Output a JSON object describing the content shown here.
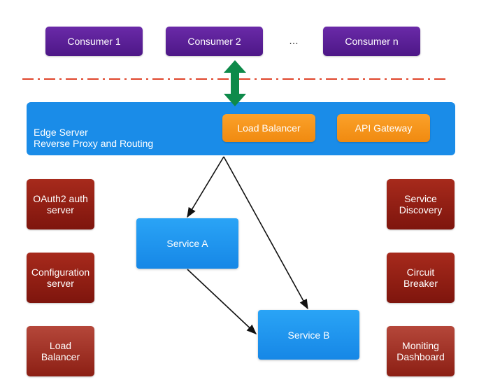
{
  "consumers": [
    {
      "label": "Consumer 1"
    },
    {
      "label": "Consumer 2"
    },
    {
      "label": "Consumer n"
    }
  ],
  "ellipsis": "…",
  "edge": {
    "line1": "Edge Server",
    "line2": "Reverse Proxy and Routing",
    "load_balancer": "Load Balancer",
    "api_gateway": "API Gateway"
  },
  "left_boxes": [
    {
      "line1": "OAuth2 auth",
      "line2": "server"
    },
    {
      "line1": "Configuration",
      "line2": "server"
    },
    {
      "line1": "Load",
      "line2": "Balancer"
    }
  ],
  "right_boxes": [
    {
      "line1": "Service",
      "line2": "Discovery"
    },
    {
      "line1": "Circuit",
      "line2": "Breaker"
    },
    {
      "line1": "Moniting",
      "line2": "Dashboard"
    }
  ],
  "services": {
    "a": "Service A",
    "b": "Service B"
  },
  "colors": {
    "consumer": "#5a1f97",
    "edge": "#1a8ce8",
    "orange": "#f7941d",
    "red": "#8b1a10",
    "service": "#1e95ee",
    "dashed_line": "#e0452b",
    "double_arrow": "#0e8a4a"
  }
}
